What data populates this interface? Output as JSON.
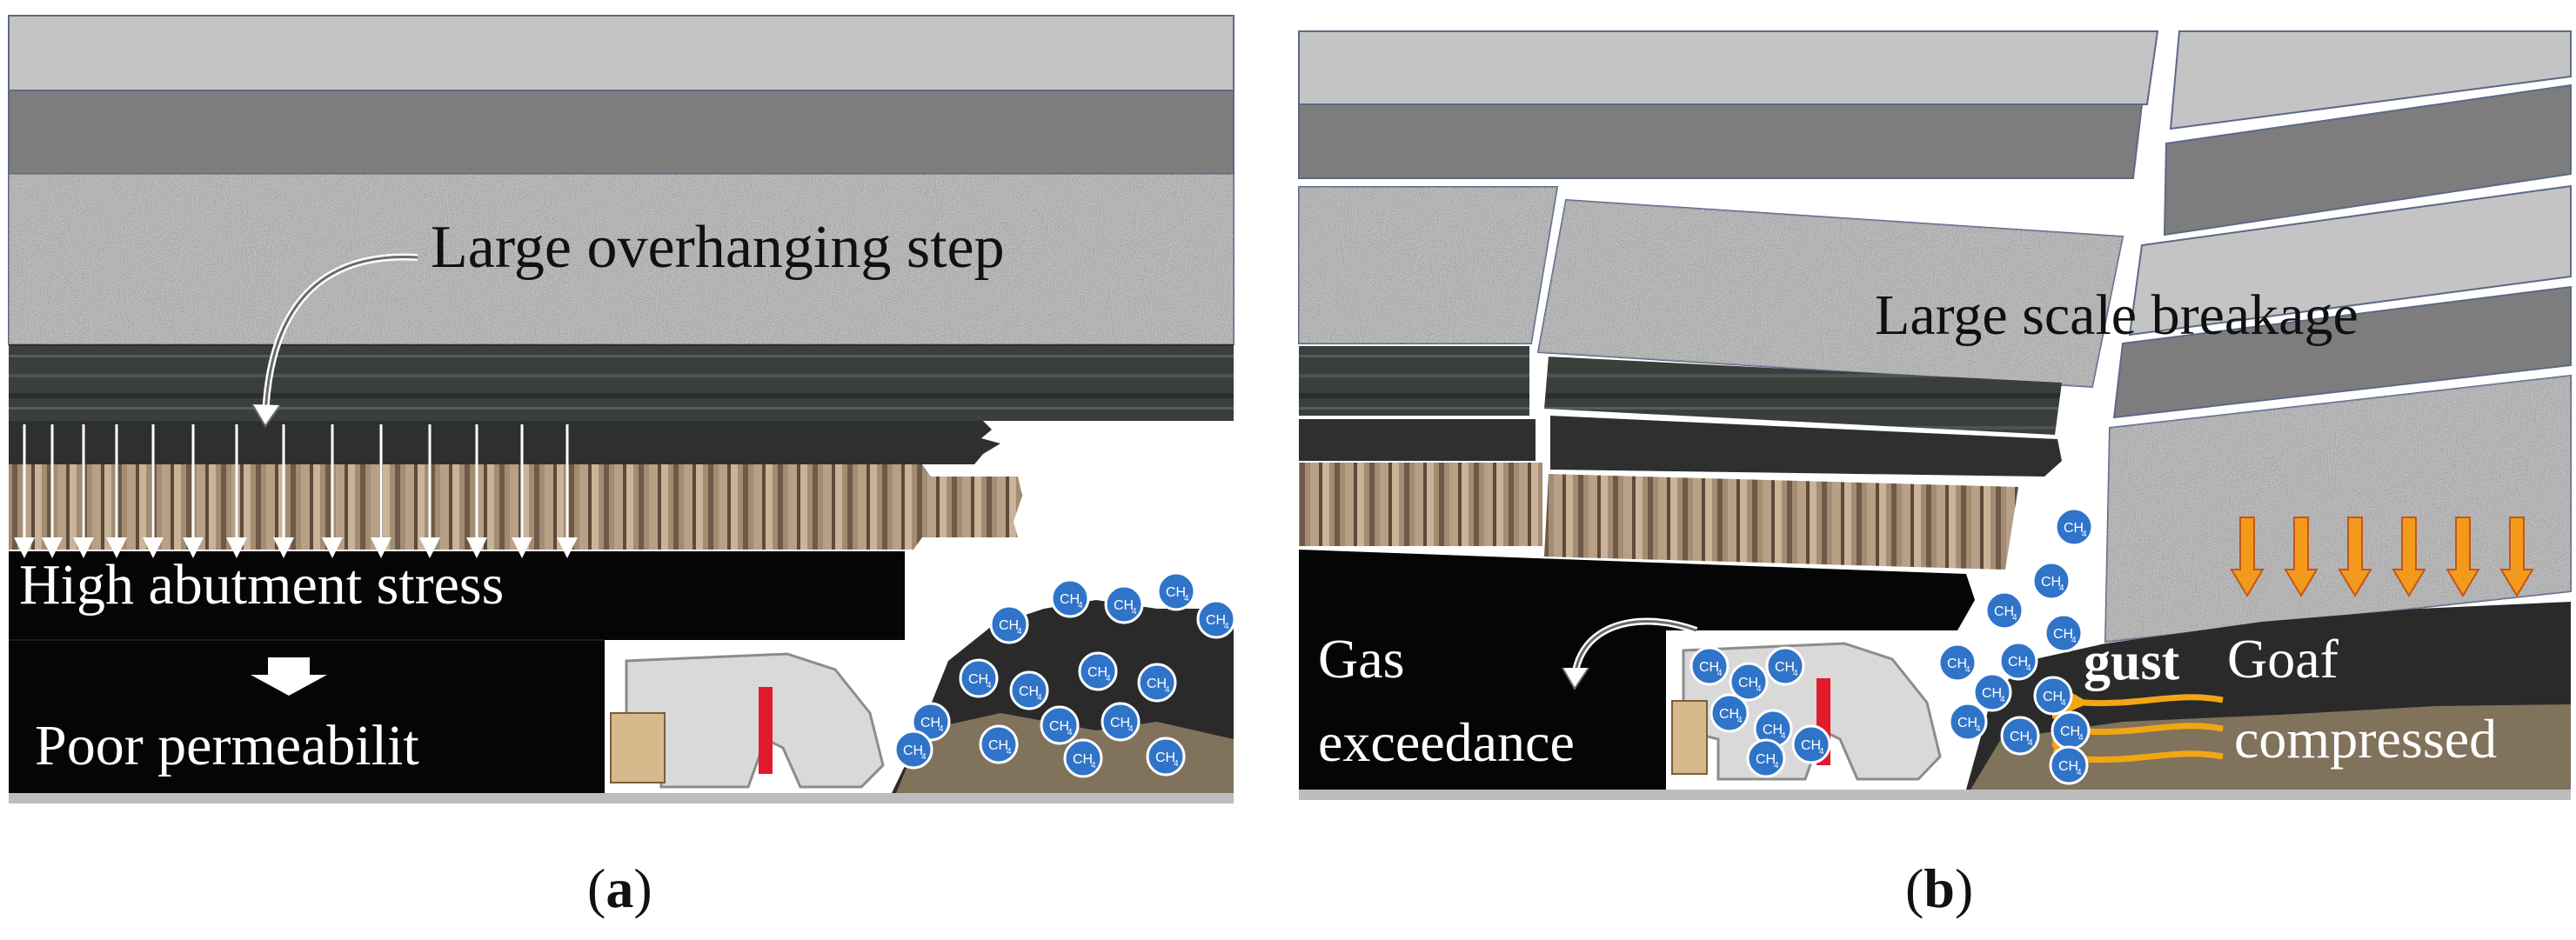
{
  "panel_a": {
    "caption_letter": "a",
    "label_overhang": "Large overhanging step",
    "label_stress": "High abutment stress",
    "label_permeability": "Poor permeabilit",
    "gas_symbol": "CH4"
  },
  "panel_b": {
    "caption_letter": "b",
    "label_breakage": "Large scale breakage",
    "label_gas_line1": "Gas",
    "label_gas_line2": "exceedance",
    "label_gust": "gust",
    "label_goaf_line1": "Goaf",
    "label_goaf_line2": "compressed",
    "gas_symbol": "CH4"
  },
  "colors": {
    "top_layer": "#c4c4c4",
    "second_layer": "#7d7d7d",
    "granite": "#a9a9a9",
    "dark_strata": "#3b3f3d",
    "sandstone": "#a08a70",
    "coal": "#050505",
    "gas_bubble": "#2f74c8",
    "orange_arrow": "#f39a1c",
    "gust_arrow": "#f2a515"
  }
}
